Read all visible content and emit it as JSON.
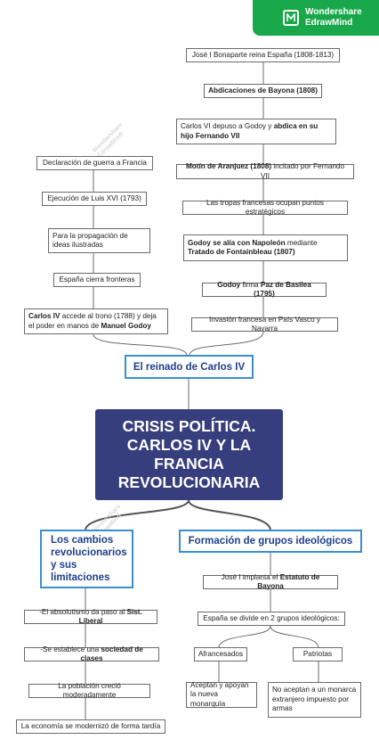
{
  "brand": {
    "line1": "Wondershare",
    "line2": "EdrawMind",
    "color": "#18a84a"
  },
  "watermark": {
    "line1": "Wondershare",
    "line2": "EdrawMind"
  },
  "central": "CRISIS POLÍTICA. CARLOS IV Y LA FRANCIA REVOLUCIONARIA",
  "topics": {
    "reinado": "El reinado de Carlos IV",
    "cambios": "Los cambios revolucionarios y sus limitaciones",
    "formacion": "Formación de grupos ideológicos"
  },
  "right_top": [
    {
      "runs": [
        {
          "t": "José I Bonaparte reina España (1808-1813)",
          "b": false
        }
      ]
    },
    {
      "runs": [
        {
          "t": "Abdicaciones de Bayona (1808)",
          "b": true
        }
      ]
    },
    {
      "runs": [
        {
          "t": "Carlos VI depuso a Godoy y ",
          "b": false
        },
        {
          "t": "abdica en su hijo Fernando VII",
          "b": true
        }
      ]
    },
    {
      "runs": [
        {
          "t": "Motín de Aranjuez (1808)",
          "b": true
        },
        {
          "t": " incitado por Fernando VII",
          "b": false
        }
      ]
    },
    {
      "runs": [
        {
          "t": "Las tropas francesas ocupan puntos estratégicos",
          "b": false
        }
      ]
    },
    {
      "runs": [
        {
          "t": "Godoy se alía con Napoleón",
          "b": true
        },
        {
          "t": " mediante ",
          "b": false
        },
        {
          "t": "Tratado de Fontainbleau (1807)",
          "b": true
        }
      ]
    },
    {
      "runs": [
        {
          "t": "Godoy",
          "b": true
        },
        {
          "t": " firma ",
          "b": false
        },
        {
          "t": "Paz de Basilea (1795)",
          "b": true
        }
      ]
    },
    {
      "runs": [
        {
          "t": "Invasión francesa en País Vasco y Navarra",
          "b": false
        }
      ]
    }
  ],
  "left_top": [
    {
      "runs": [
        {
          "t": "Declaración de guerra a Francia",
          "b": false
        }
      ]
    },
    {
      "runs": [
        {
          "t": "Ejecución de Luis XVI (1793)",
          "b": false
        }
      ]
    },
    {
      "runs": [
        {
          "t": "Para la propagación de ideas ilustradas",
          "b": false
        }
      ]
    },
    {
      "runs": [
        {
          "t": "España cierra fronteras",
          "b": false
        }
      ]
    },
    {
      "runs": [
        {
          "t": "Carlos IV",
          "b": true
        },
        {
          "t": " accede al trono (1788) y deja el poder en manos de ",
          "b": false
        },
        {
          "t": "Manuel Godoy",
          "b": true
        }
      ]
    }
  ],
  "cambios_items": [
    {
      "runs": [
        {
          "t": "-El absolutismo da paso al ",
          "b": false
        },
        {
          "t": "Sist. Liberal",
          "b": true
        }
      ]
    },
    {
      "runs": [
        {
          "t": "-Se establece una ",
          "b": false
        },
        {
          "t": "sociedad de clases",
          "b": true
        }
      ]
    },
    {
      "runs": [
        {
          "t": "La población creció moderadamente",
          "b": false
        }
      ]
    },
    {
      "runs": [
        {
          "t": "La economía se modernizó de forma tardía",
          "b": false
        }
      ]
    }
  ],
  "formacion_items": [
    {
      "runs": [
        {
          "t": "José I implanta el ",
          "b": false
        },
        {
          "t": "Estatuto de Bayona",
          "b": true
        }
      ]
    },
    {
      "runs": [
        {
          "t": "España se divide en 2 grupos ideológicos:",
          "b": false
        }
      ]
    }
  ],
  "groups": [
    {
      "label": "Afrancesados",
      "desc": "Aceptan y apoyan la nueva monarquía"
    },
    {
      "label": "Patriotas",
      "desc": "No aceptan a un monarca extranjero impuesto por armas"
    }
  ]
}
